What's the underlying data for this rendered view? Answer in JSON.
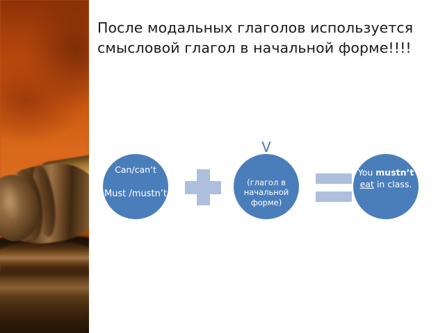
{
  "slide": {
    "title": "После модальных глаголов используется смысловой глагол в начальной форме!!!!"
  },
  "photo": {
    "alt_name": "gavel-photo",
    "subject": "wooden judge gavel on sound block",
    "background_color": "#cf5c12",
    "wood_color": "#7a5530"
  },
  "diagram": {
    "type": "formula",
    "node_color": "#4a7ebb",
    "operator_color": "#aebedd",
    "text_color": "#ffffff",
    "nodes": [
      {
        "id": "modals",
        "line_a": "Can/can’t",
        "line_b": "Must /mustn’t"
      },
      {
        "id": "verb",
        "marker": "V",
        "body": "(глагол в начальной форме)"
      },
      {
        "id": "example",
        "part_1": "You ",
        "part_2": "mustn’t",
        "part_3": " ",
        "part_4": "eat",
        "part_5": " in class."
      }
    ],
    "operators": [
      {
        "id": "plus",
        "symbol": "+"
      },
      {
        "id": "equals",
        "symbol": "="
      }
    ]
  }
}
